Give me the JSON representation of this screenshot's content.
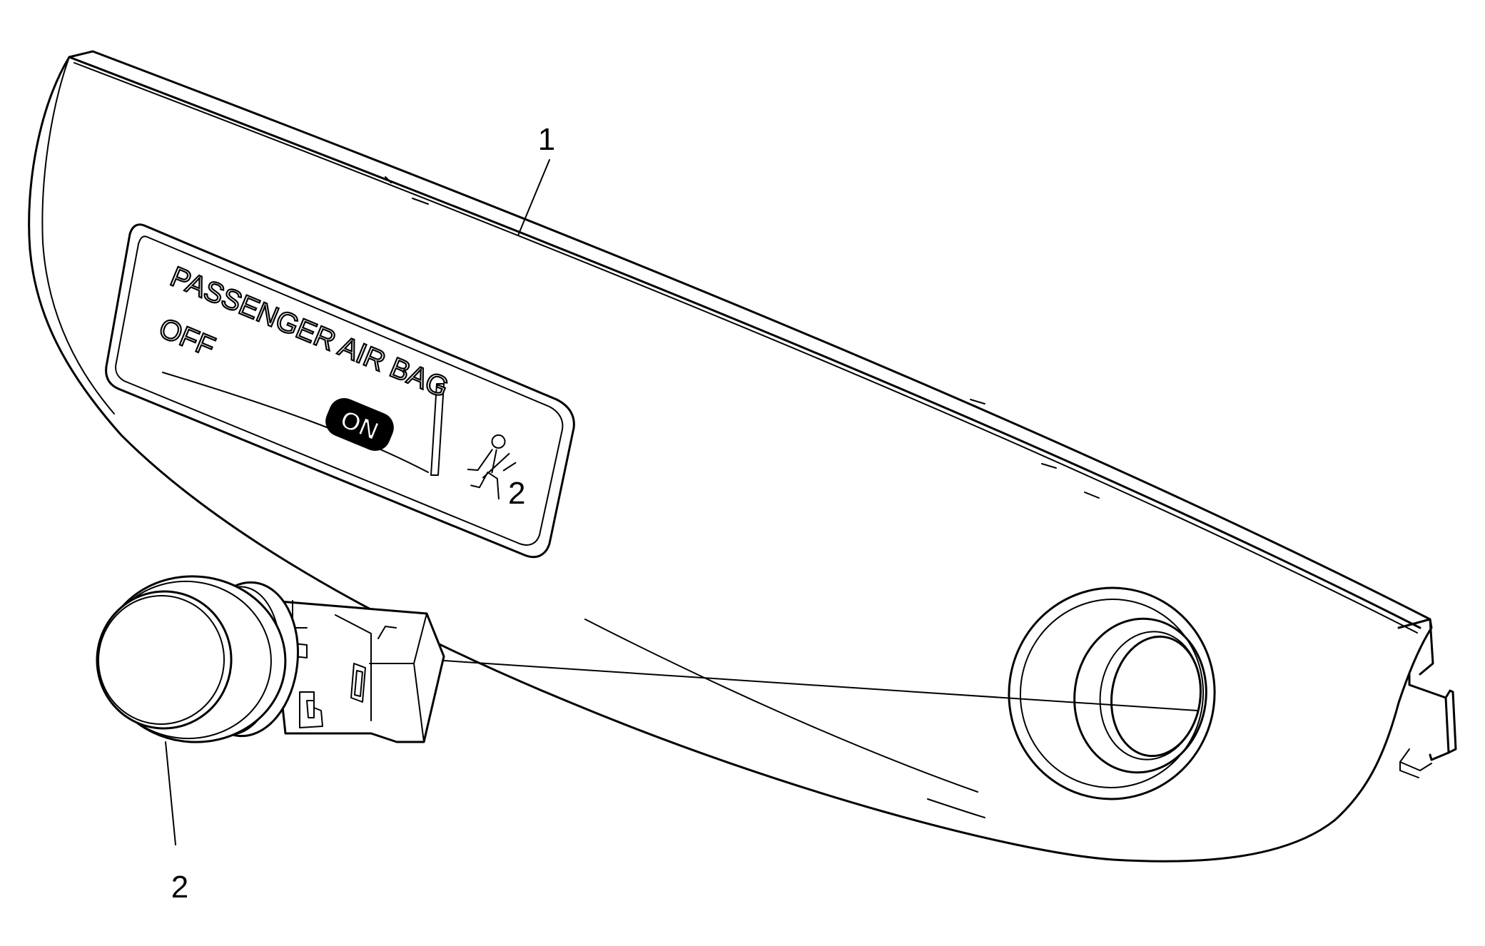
{
  "callouts": {
    "panel": "1",
    "outlet": "2"
  },
  "indicator_label": {
    "line1": "PASSENGER AIR BAG",
    "off": "OFF",
    "on": "ON",
    "seat_position": "2"
  },
  "icons": {
    "seatbelt": "seatbelt-occupant-icon"
  }
}
